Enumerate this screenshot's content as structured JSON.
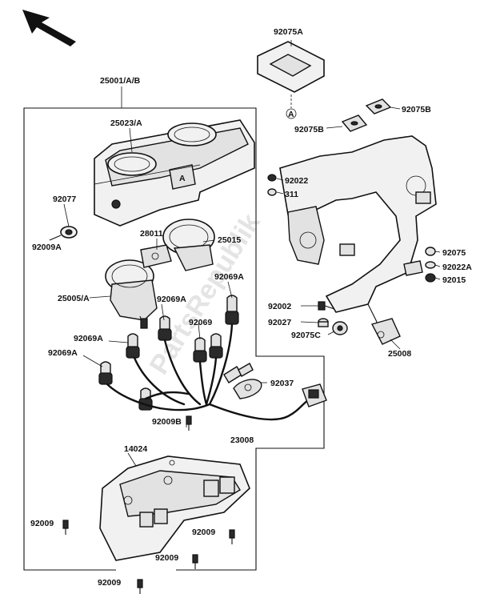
{
  "watermark": "PartsRepublik",
  "labels": {
    "l_25001": "25001/A/B",
    "l_25023": "25023/A",
    "l_92077": "92077",
    "l_92009A": "92009A",
    "l_28011": "28011",
    "l_25015": "25015",
    "l_25005": "25005/A",
    "l_92069A_1": "92069A",
    "l_92069A_2": "92069A",
    "l_92069_3": "92069",
    "l_92069A_4": "92069A",
    "l_92069A_5": "92069A",
    "l_92037": "92037",
    "l_92009B": "92009B",
    "l_23008": "23008",
    "l_14024": "14024",
    "l_92009_1": "92009",
    "l_92009_2": "92009",
    "l_92009_3": "92009",
    "l_92009_4": "92009",
    "l_92075A": "92075A",
    "l_A_mark": "A",
    "l_A_cover": "A",
    "l_92075B_1": "92075B",
    "l_92075B_2": "92075B",
    "l_92022": "92022",
    "l_311": "311",
    "l_92075": "92075",
    "l_92022A": "92022A",
    "l_92015": "92015",
    "l_92002": "92002",
    "l_92027": "92027",
    "l_92075C": "92075C",
    "l_25008": "25008"
  }
}
